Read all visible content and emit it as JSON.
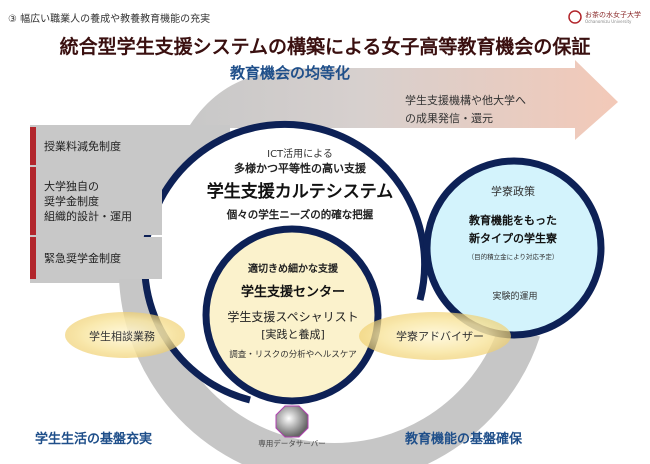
{
  "header": {
    "section": "③ 幅広い職業人の養成や教養教育機能の充実",
    "logo_text": "お茶の水女子大学",
    "logo_sub": "Ochanomizu University"
  },
  "title": "統合型学生支援システムの構築による女子高等教育機会の保証",
  "arrow": {
    "label": "教育機会の均等化",
    "text_lines": [
      "学生支援機構や他大学へ",
      "の成果発信・還元"
    ]
  },
  "left_boxes": [
    {
      "lines": [
        "授業料減免制度"
      ]
    },
    {
      "lines": [
        "大学独自の",
        "奨学金制度",
        "組織的設計・運用"
      ]
    },
    {
      "lines": [
        "緊急奨学金制度"
      ]
    }
  ],
  "karte": {
    "pre1": "ICT活用による",
    "pre2": "多様かつ平等性の高い支援",
    "title": "学生支援カルテシステム",
    "sub": "個々の学生ニーズの的確な把握"
  },
  "center": {
    "pre": "適切きめ細かな支援",
    "title": "学生支援センター",
    "line1": "学生支援スペシャリスト",
    "line2": "[実践と養成]",
    "line3": "調査・リスクの分析やヘルスケア"
  },
  "dorm": {
    "policy": "学寮政策",
    "title1": "教育機能をもった",
    "title2": "新タイプの学生寮",
    "note": "（目的積立金により対応予定）",
    "ops": "実験的運用"
  },
  "ellipses": {
    "left": "学生相談業務",
    "right": "学寮アドバイザー"
  },
  "server": "専用データサーバー",
  "bottom": {
    "left": "学生生活の基盤充実",
    "right": "教育機能の基盤確保"
  },
  "colors": {
    "navy": "#0d2156",
    "accent_red": "#b2262c",
    "blue_text": "#1f4f8a",
    "yellow": "#fbf2cc",
    "light_blue": "#d3f3fc",
    "gray": "#c6c6c6"
  }
}
